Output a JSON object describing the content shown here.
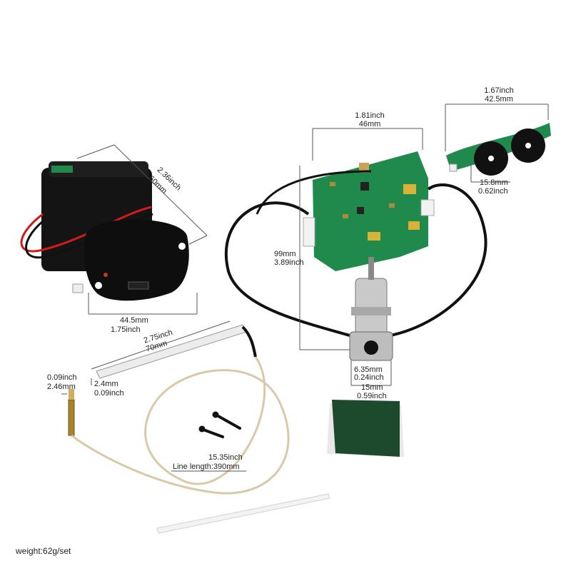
{
  "labels": {
    "battery_diag_in": "2.36inch",
    "battery_diag_mm": "60mm",
    "battery_w_mm": "44.5mm",
    "battery_w_in": "1.75inch",
    "board_w_in": "1.81inch",
    "board_w_mm": "46mm",
    "board_h_mm": "99mm",
    "board_h_in": "3.89inch",
    "ctrl_w_in": "1.67inch",
    "ctrl_w_mm": "42.5mm",
    "ctrl_h_mm": "15.8mm",
    "ctrl_h_in": "0.62inch",
    "jack_d_mm": "6.35mm",
    "jack_d_in": "0.24inch",
    "jack_w_mm": "15mm",
    "jack_w_in": "0.59inch",
    "strip_len_in": "2.75inch",
    "strip_len_mm": "70mm",
    "strip_th_mm": "2.4mm",
    "strip_th_in": "0.09inch",
    "mic_w_in": "0.09inch",
    "mic_w_mm": "2.46mm",
    "cable_len_in": "15.35inch",
    "cable_len_mm": "Line length:390mm",
    "weight": "weight:62g/set"
  },
  "colors": {
    "pcb_green": "#1f8a4c",
    "battery_black": "#141414",
    "wire_red": "#d11b1b",
    "pad_green": "#1d4a2c",
    "cable_beige": "#d9c9a8"
  }
}
